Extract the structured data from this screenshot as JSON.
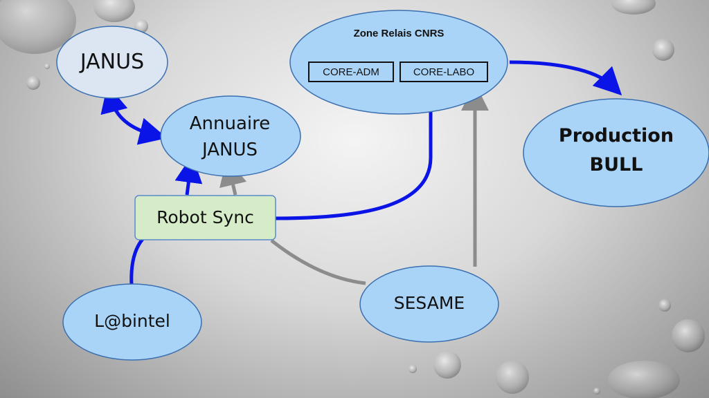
{
  "nodes": {
    "janus": "JANUS",
    "annuaire_line1": "Annuaire",
    "annuaire_line2": "JANUS",
    "zone_title": "Zone Relais CNRS",
    "core_adm": "CORE-ADM",
    "core_labo": "CORE-LABO",
    "production_line1": "Production",
    "production_line2": "BULL",
    "robot_sync": "Robot Sync",
    "labintel": "L@bintel",
    "sesame": "SESAME"
  },
  "colors": {
    "node_fill": "#aad4f7",
    "janus_fill": "#dce6f3",
    "robot_fill": "#d6ebc8",
    "node_stroke": "#3a6fb0",
    "blue_link": "#0a14e6",
    "gray_link": "#8c8c8c"
  }
}
